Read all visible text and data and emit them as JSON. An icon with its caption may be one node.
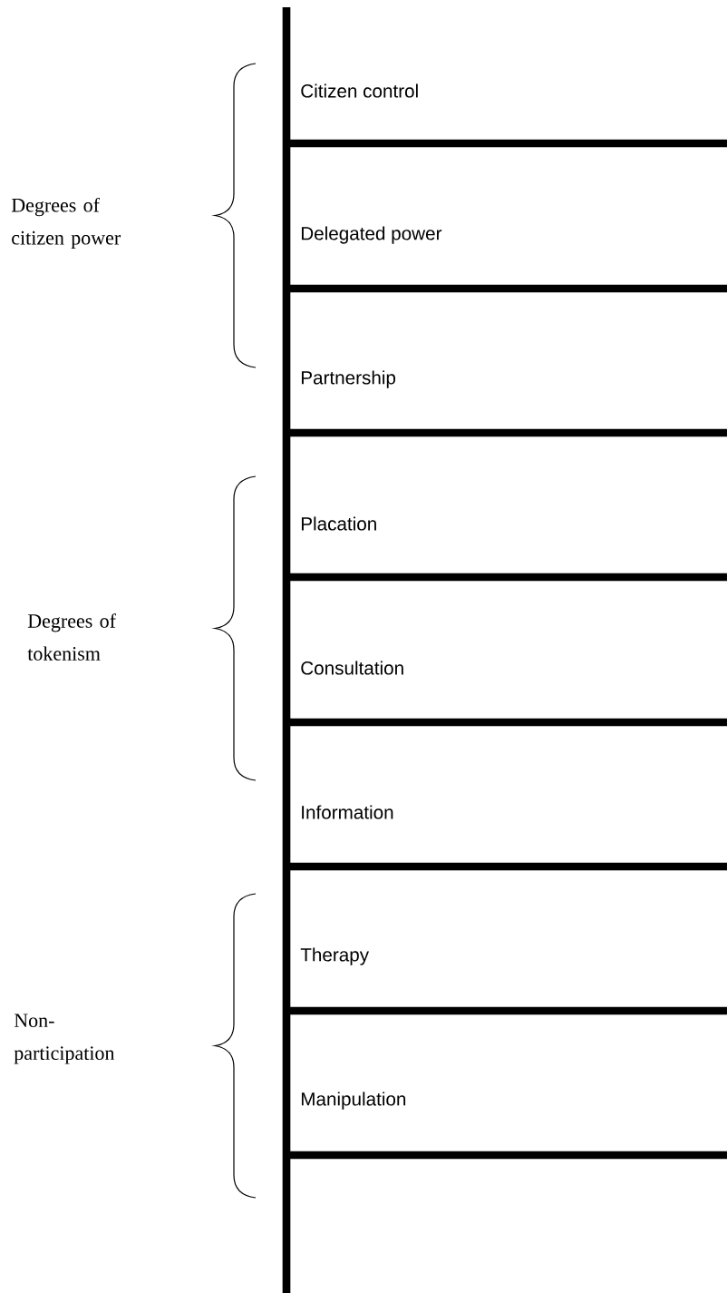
{
  "diagram": {
    "labels": [
      "Citizen control",
      "Degrees of citizen power",
      "Delegated power",
      "Partnership",
      "Placation",
      "Degrees of tokenism",
      "Consultation",
      "Information",
      "Therapy",
      "Non-participation",
      "Manipulation"
    ]
  }
}
